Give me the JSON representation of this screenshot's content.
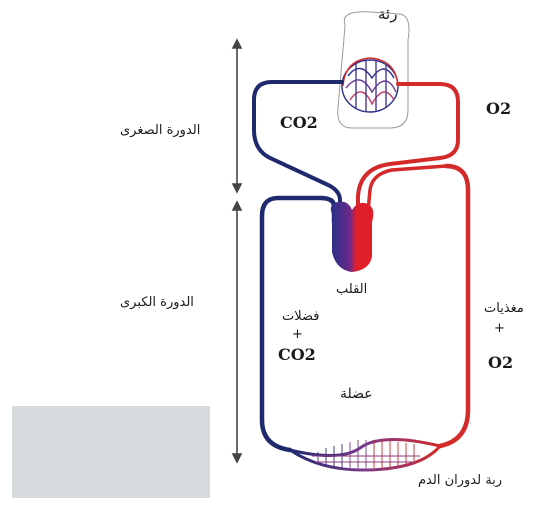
{
  "labels": {
    "lung": "رئة",
    "pulmonary_circuit": "الدورة الصغرى",
    "systemic_circuit": "الدورة الكبرى",
    "heart": "القلب",
    "organ": "عضلة",
    "capillary_network": "ربة لدوران الدم",
    "left_product": "فضلات",
    "right_product": "مغذيات",
    "left_plus": "+",
    "right_plus": "+",
    "co2_top": "CO2",
    "o2_top": "O2",
    "co2_bottom": "CO2",
    "o2_bottom": "O2"
  },
  "colors": {
    "oxygenated": "#d42a2a",
    "deoxygenated": "#1f2a6e",
    "bracket": "#444444",
    "background_panel": "#d5dadd"
  }
}
